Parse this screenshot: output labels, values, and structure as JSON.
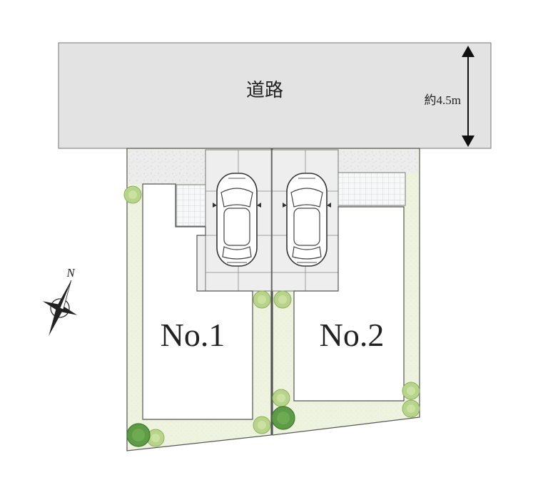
{
  "road": {
    "label": "道路",
    "width_label": "約4.5m"
  },
  "lots": [
    {
      "label": "No.1"
    },
    {
      "label": "No.2"
    }
  ],
  "compass": {
    "north_label": "N"
  },
  "colors": {
    "road": "#e3e3e3",
    "lot": "#ffffff",
    "garden": "#eef3df",
    "paving": "#eeeeee",
    "tile_grid": "#c9cfcf",
    "tree_dark": "#5e9b46",
    "tree_light": "#b7d48a",
    "outline": "#555555"
  },
  "icons": [
    "compass-rose-icon",
    "car-icon",
    "dimension-arrow-icon",
    "tree-icon",
    "shrub-icon"
  ]
}
